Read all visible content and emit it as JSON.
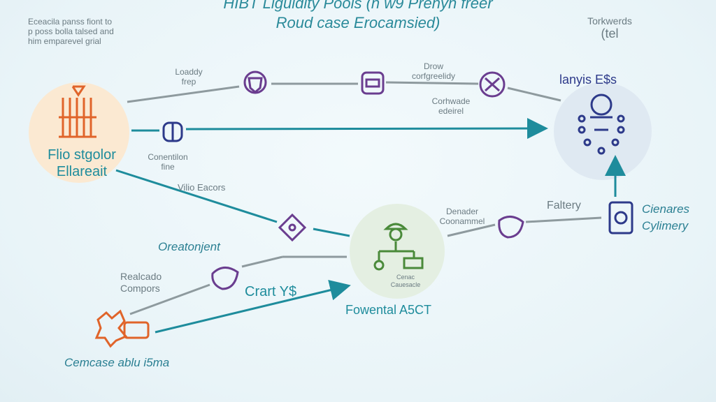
{
  "title": {
    "line1": "HIBT Liguidity Pools (n w9 Prenyn freer",
    "line2": "Roud case Erocamsied)"
  },
  "notes": {
    "top_left": [
      "Eceacila panss fiont to",
      "p poss bolla talsed and",
      "him emparevel grial"
    ],
    "top_right": [
      "Torkwerds",
      "(tel"
    ],
    "loaddy": [
      "Loaddy",
      "frep"
    ],
    "drow": [
      "Drow",
      "corfgreelidy"
    ],
    "corhwade": [
      "Corhwade",
      "edeirel"
    ],
    "conentilon": [
      "Conentilon",
      "fine"
    ],
    "vilio": "Vilio Eacors",
    "denader": [
      "Denader",
      "Coonammel"
    ],
    "faltery": "Faltery",
    "realcado": [
      "Realcado",
      "Compors"
    ],
    "cenac": [
      "Cenac",
      "Cauesacle"
    ]
  },
  "nodes": {
    "left_hub": [
      "Flio stgolor",
      "Ellareait"
    ],
    "right_hub": "lanyis E$s",
    "right_side": [
      "Cienares",
      "Cylimery"
    ],
    "center_hub": "Fowental A5CT",
    "oreatonjent": "Oreatonjent",
    "crart": "Crart Y$",
    "bottom_left": "Cemcase ablu i5ma"
  },
  "colors": {
    "teal": "#1e8c9c",
    "purple": "#6a3d8f",
    "navy": "#2d3a8a",
    "orange": "#e0642a",
    "green": "#4a8a3a",
    "gray_line": "#8e9a9e"
  }
}
